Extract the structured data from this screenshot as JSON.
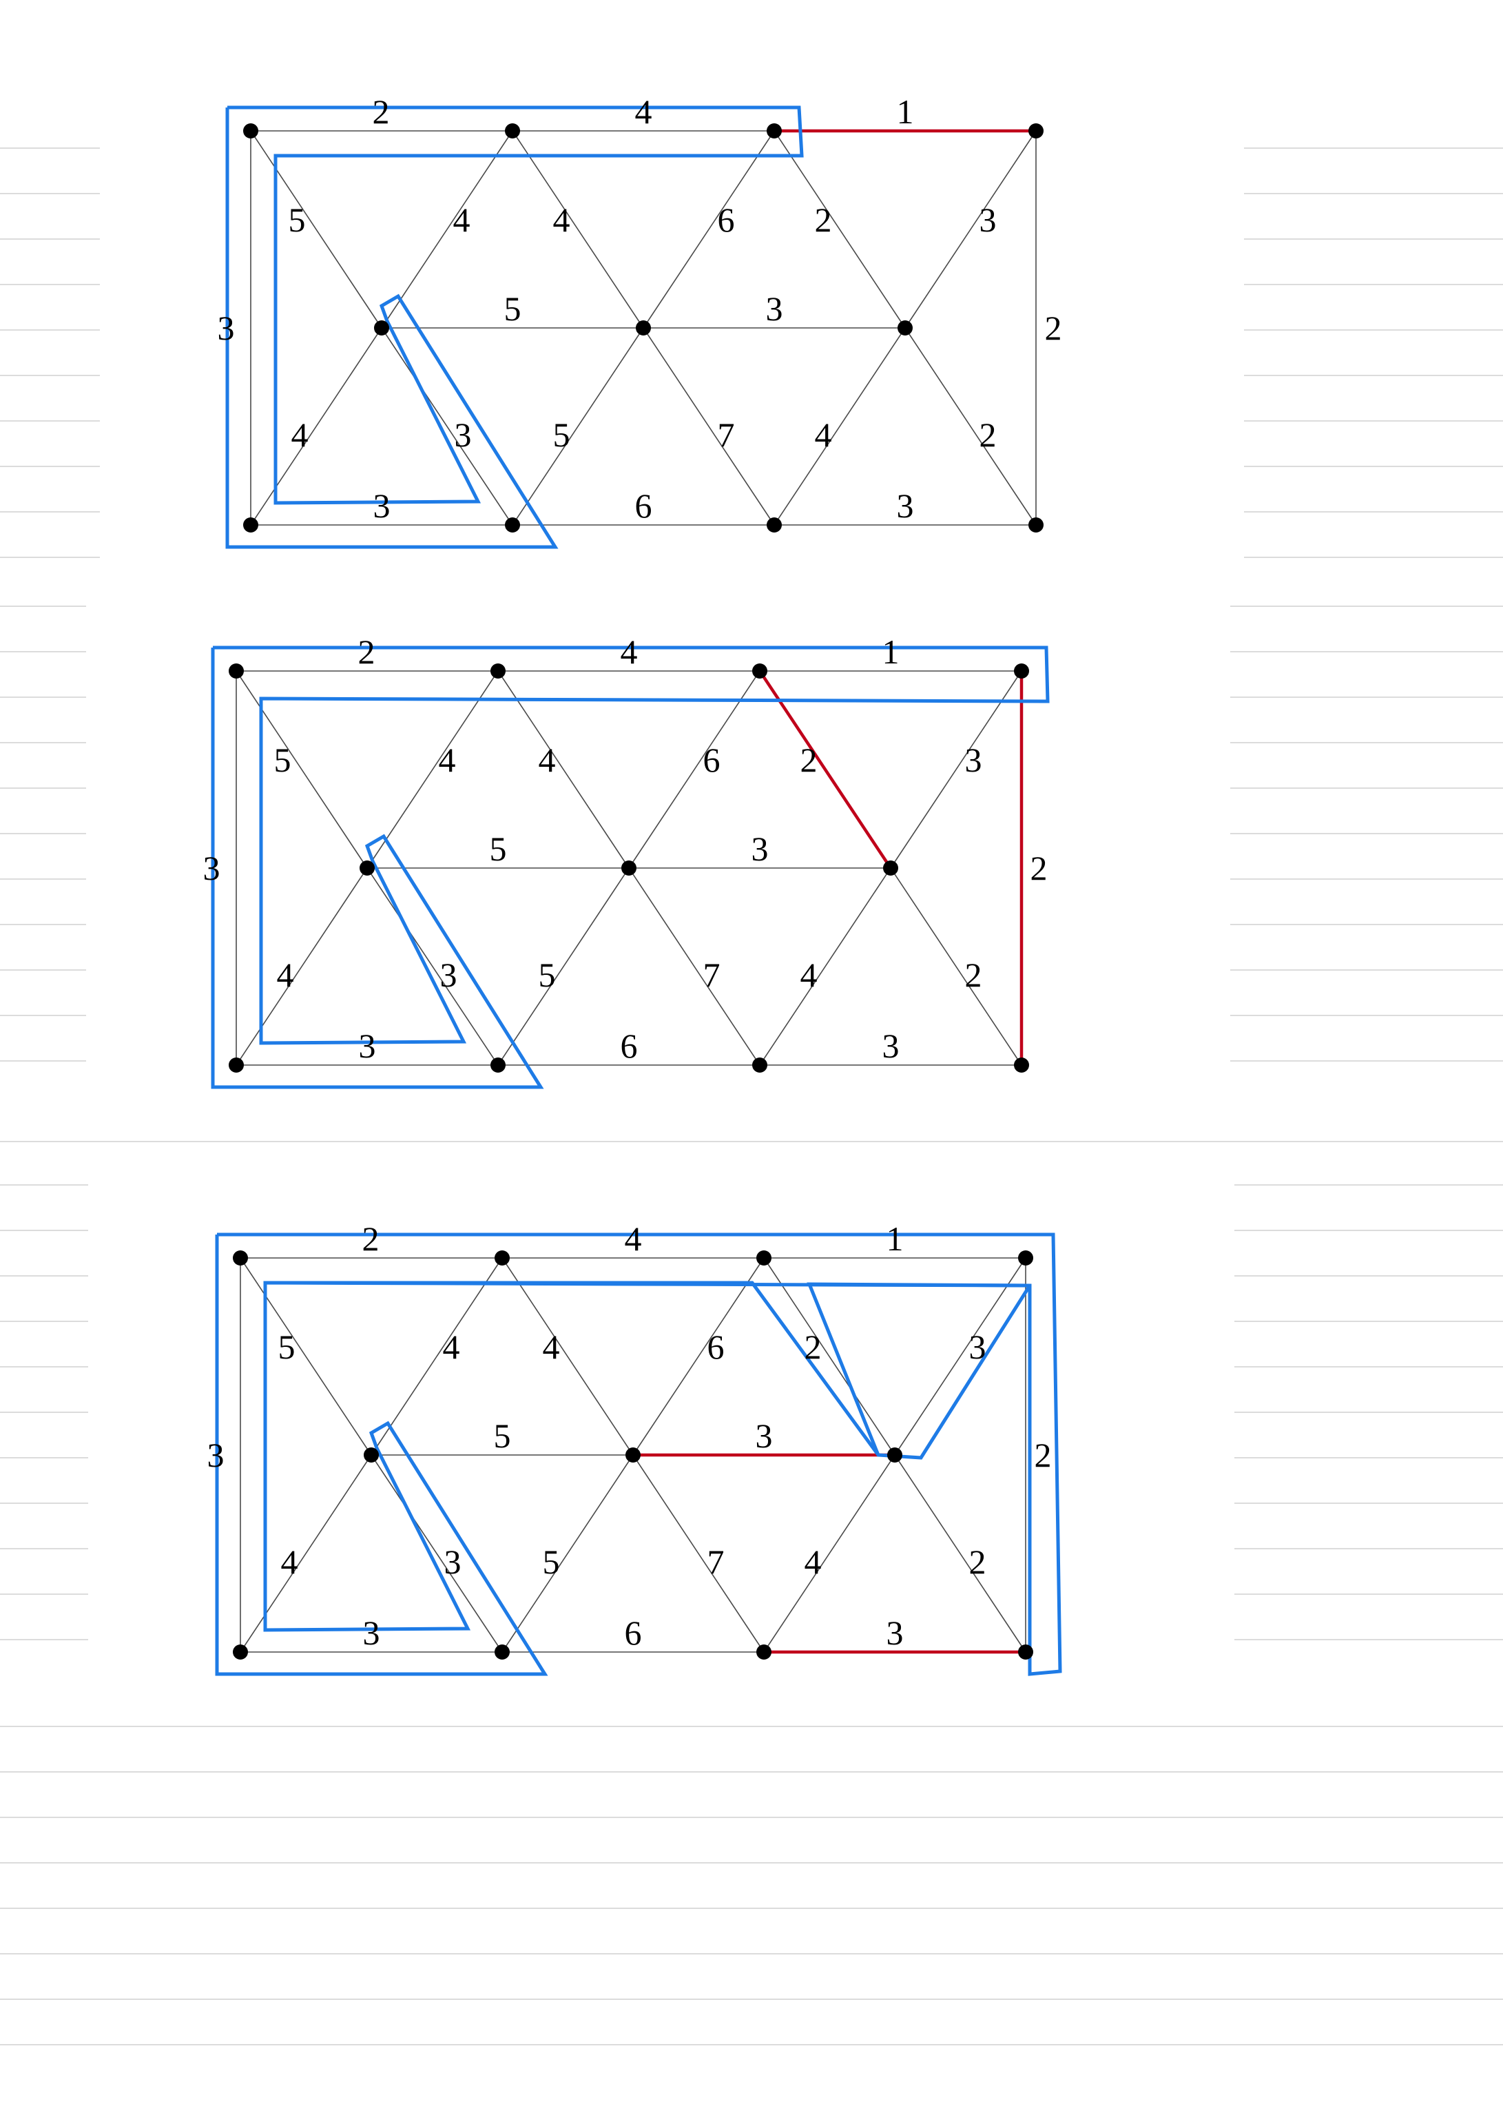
{
  "document": {
    "type": "ruled-notebook-page",
    "colors": {
      "background": "#ffffff",
      "ruled_lines": "#dcdcdc",
      "graph_edges": "#4a4a4a",
      "vertices": "#000000",
      "highlighted_edges": "#c0001a",
      "selection_outlines": "#1e7be6",
      "labels": "#000000"
    }
  },
  "graph": {
    "vertices": [
      "TL",
      "T1",
      "T2",
      "TR",
      "M1",
      "M2",
      "M3",
      "BL",
      "B1",
      "B2",
      "BR"
    ],
    "edges": [
      {
        "id": "e01",
        "from": "TL",
        "to": "T1",
        "weight": "2"
      },
      {
        "id": "e02",
        "from": "T1",
        "to": "T2",
        "weight": "4"
      },
      {
        "id": "e03",
        "from": "T2",
        "to": "TR",
        "weight": "1"
      },
      {
        "id": "e04",
        "from": "TL",
        "to": "M1",
        "weight": "5"
      },
      {
        "id": "e05",
        "from": "T1",
        "to": "M1",
        "weight": "4"
      },
      {
        "id": "e06",
        "from": "T1",
        "to": "M2",
        "weight": "4"
      },
      {
        "id": "e07",
        "from": "T2",
        "to": "M2",
        "weight": "6"
      },
      {
        "id": "e08",
        "from": "T2",
        "to": "M3",
        "weight": "2"
      },
      {
        "id": "e09",
        "from": "TR",
        "to": "M3",
        "weight": "3"
      },
      {
        "id": "e10",
        "from": "TL",
        "to": "BL",
        "weight": "3"
      },
      {
        "id": "e11",
        "from": "M1",
        "to": "M2",
        "weight": "5"
      },
      {
        "id": "e12",
        "from": "M2",
        "to": "M3",
        "weight": "3"
      },
      {
        "id": "e13",
        "from": "TR",
        "to": "BR",
        "weight": "2"
      },
      {
        "id": "e14",
        "from": "M1",
        "to": "BL",
        "weight": "4"
      },
      {
        "id": "e15",
        "from": "M1",
        "to": "B1",
        "weight": "3"
      },
      {
        "id": "e16",
        "from": "M2",
        "to": "B1",
        "weight": "5"
      },
      {
        "id": "e17",
        "from": "M2",
        "to": "B2",
        "weight": "7"
      },
      {
        "id": "e18",
        "from": "M3",
        "to": "B2",
        "weight": "4"
      },
      {
        "id": "e19",
        "from": "M3",
        "to": "BR",
        "weight": "2"
      },
      {
        "id": "e20",
        "from": "BL",
        "to": "B1",
        "weight": "3"
      },
      {
        "id": "e21",
        "from": "B1",
        "to": "B2",
        "weight": "6"
      },
      {
        "id": "e22",
        "from": "B2",
        "to": "BR",
        "weight": "3"
      }
    ]
  },
  "panels": [
    {
      "name": "panel-1",
      "highlighted_edges": [
        "e03"
      ]
    },
    {
      "name": "panel-2",
      "highlighted_edges": [
        "e08",
        "e13"
      ]
    },
    {
      "name": "panel-3",
      "highlighted_edges": [
        "e12",
        "e22"
      ]
    }
  ]
}
